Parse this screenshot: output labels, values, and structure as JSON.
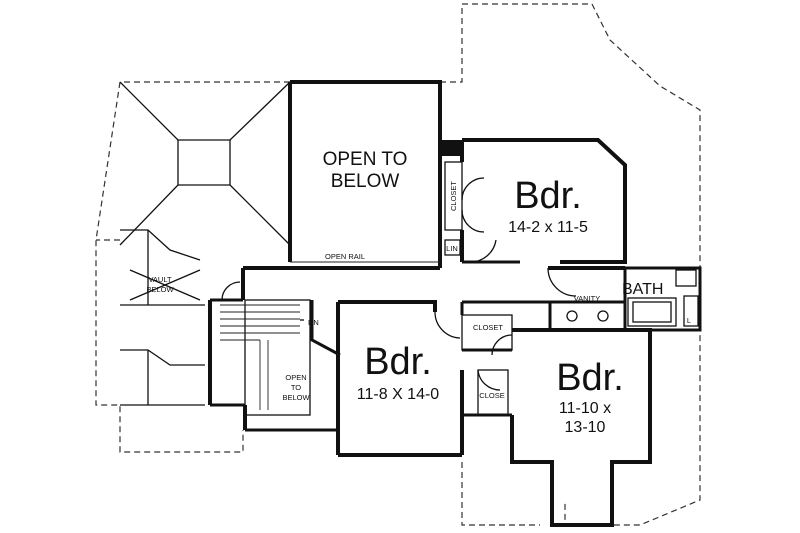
{
  "labels": {
    "open_to_below_main": [
      "OPEN TO",
      "BELOW"
    ],
    "bedroom_1_name": "Bdr.",
    "bedroom_1_size": "14-2 x 11-5",
    "bedroom_2_name": "Bdr.",
    "bedroom_2_size": "11-8 X 14-0",
    "bedroom_3_name": "Bdr.",
    "bedroom_3_size": [
      "11-10 x",
      "13-10"
    ],
    "bath": "BATH",
    "vanity": "VANITY",
    "closet_top": "CLOSET",
    "closet_mid": "CLOSET",
    "closet_small": "CLOSE",
    "linen": "LIN",
    "open_rail": "OPEN RAIL",
    "vault_below": [
      "VAULT",
      "BELOW"
    ],
    "stair_dn": "DN",
    "open_to_below_stair": [
      "OPEN",
      "TO",
      "BELOW"
    ],
    "laundry": "L"
  }
}
